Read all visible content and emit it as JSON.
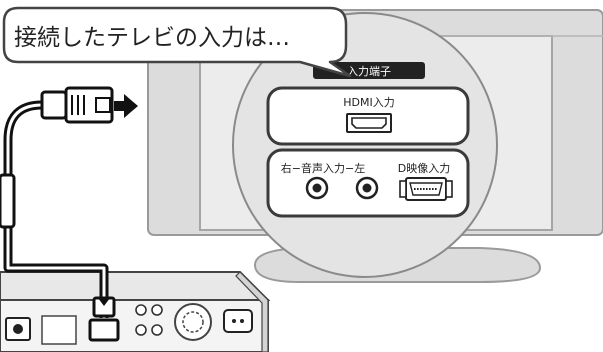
{
  "callout": {
    "text": "接続したテレビの入力は…"
  },
  "panel": {
    "title": "入力端子",
    "hdmi_label": "HDMI入力",
    "audio_label": "右−音声入力−左",
    "d_label": "D映像入力"
  },
  "icons": [
    "hdmi-plug-icon",
    "right-arrow-icon",
    "hdmi-port-icon",
    "rca-jack-icon",
    "d-terminal-port-icon"
  ],
  "colors": {
    "outline": "#3a3a3a",
    "tv_gray": "#d6d6d6",
    "tv_inner": "#e9e9e9",
    "panel_bg": "#ffffff",
    "title_bg": "#222222"
  }
}
